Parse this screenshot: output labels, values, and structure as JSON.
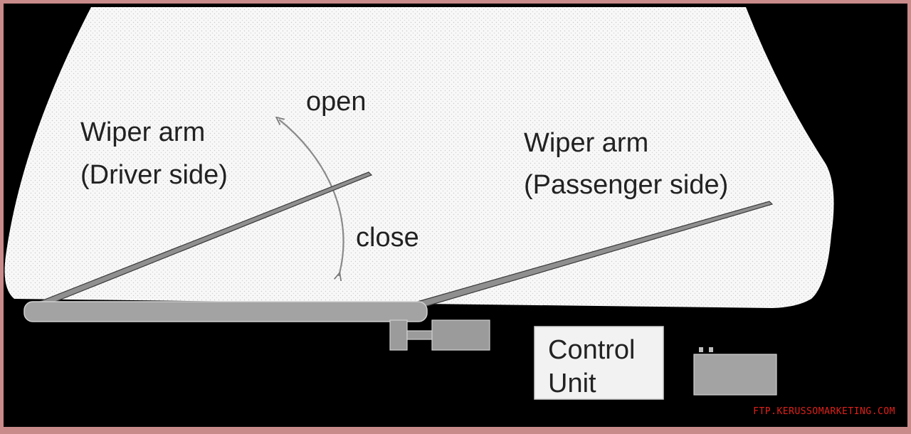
{
  "labels": {
    "open": "open",
    "close": "close",
    "wiper_driver_line1": "Wiper arm",
    "wiper_driver_line2": "(Driver side)",
    "wiper_passenger_line1": "Wiper arm",
    "wiper_passenger_line2": "(Passenger side)",
    "control_unit_line1": "Control",
    "control_unit_line2": "Unit"
  },
  "watermark": "FTP.KERUSSOMARKETING.COM",
  "colors": {
    "frame": "#c98a8a",
    "background": "#000000",
    "windshield": "#f7f7f7",
    "component_gray": "#9b9b9b",
    "control_unit_fill": "#f2f2f2",
    "watermark": "#e0201a"
  }
}
